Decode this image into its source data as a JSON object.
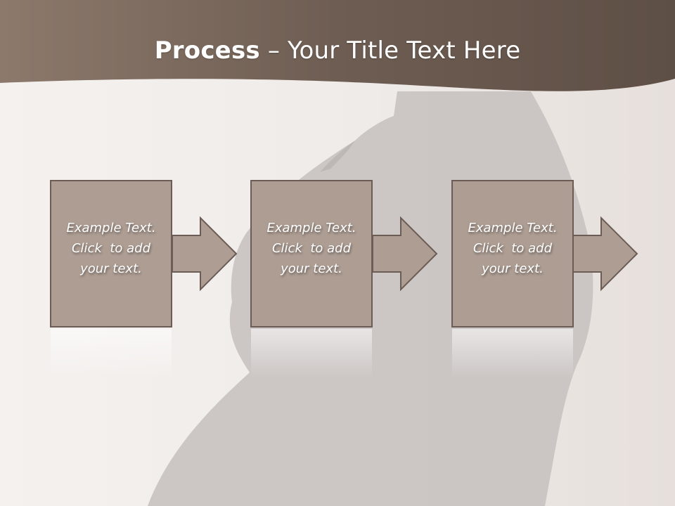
{
  "slide": {
    "title_bold": "Process",
    "title_rest": " – Your Title Text Here"
  },
  "steps": [
    {
      "line1": "Example Text.",
      "line2": "Click  to add",
      "line3": "your text."
    },
    {
      "line1": "Example Text.",
      "line2": "Click  to add",
      "line3": "your text."
    },
    {
      "line1": "Example Text.",
      "line2": "Click  to add",
      "line3": "your text."
    }
  ],
  "colors": {
    "header": "#7f6e63",
    "box_fill": "#ad9d93",
    "box_stroke": "#6b5d55",
    "silhouette": "#c9c4c2"
  }
}
